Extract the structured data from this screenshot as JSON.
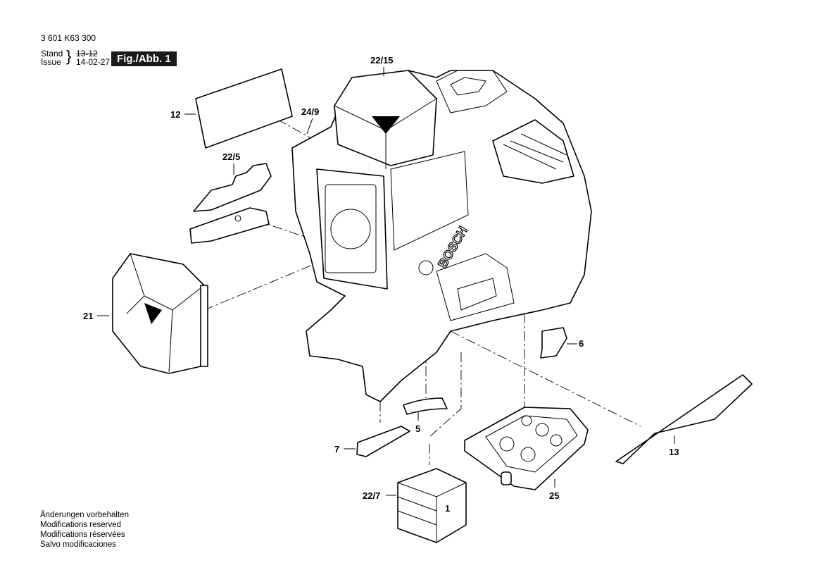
{
  "header": {
    "document_number": "3 601 K63 300",
    "stand_label": "Stand",
    "issue_label": "Issue",
    "stand_value_old": "13-12",
    "issue_value": "14-02-27",
    "figure_label": "Fig./Abb. 1"
  },
  "footer_notes": [
    "Änderungen vorbehalten",
    "Modifications reserved",
    "Modifications réservées",
    "Salvo modificaciones"
  ],
  "brand_logo": "BOSCH",
  "callouts": {
    "c22_15": "22/15",
    "c12": "12",
    "c24_9": "24/9",
    "c22_5": "22/5",
    "c21": "21",
    "c6": "6",
    "c5": "5",
    "c7": "7",
    "c13": "13",
    "c22_7": "22/7",
    "c25": "25",
    "part_mark_1": "1"
  }
}
